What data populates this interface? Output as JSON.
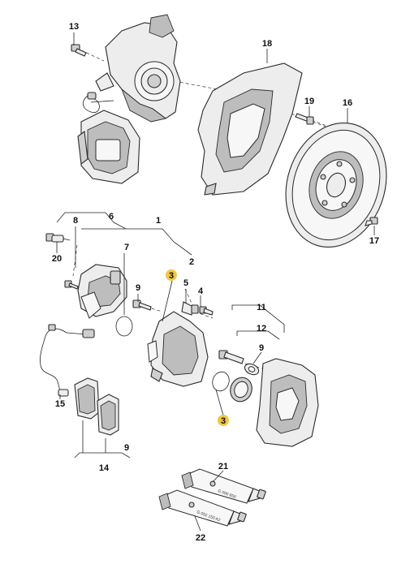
{
  "callouts": {
    "c1": "1",
    "c2": "2",
    "c3a": "3",
    "c3b": "3",
    "c4": "4",
    "c5": "5",
    "c6": "6",
    "c7": "7",
    "c8": "8",
    "c9a": "9",
    "c9b": "9",
    "c9c": "9",
    "c11": "11",
    "c12": "12",
    "c13": "13",
    "c14": "14",
    "c15": "15",
    "c16": "16",
    "c17": "17",
    "c18": "18",
    "c19": "19",
    "c20": "20",
    "c21": "21",
    "c22": "22"
  },
  "tubes": {
    "t21": "G 000 650",
    "t22": "G 052 150 A2"
  },
  "colors": {
    "highlight": "#f2c744",
    "line": "#2b2b2b",
    "part_fill": "#ededed"
  }
}
